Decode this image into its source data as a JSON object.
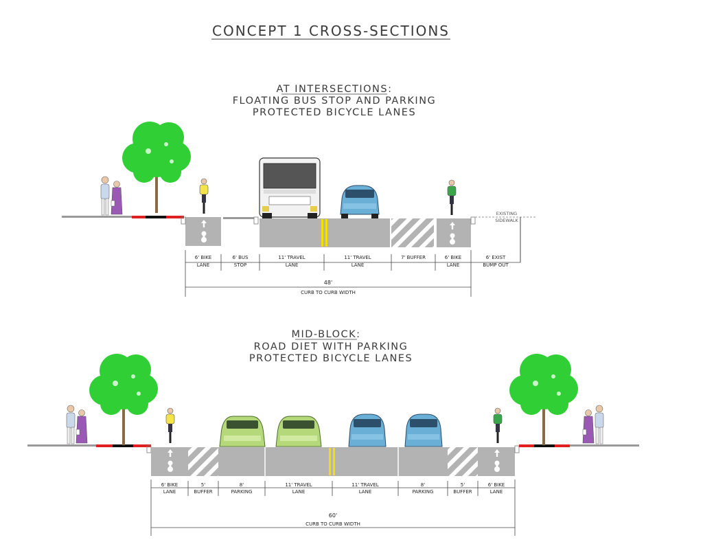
{
  "title": "CONCEPT 1 CROSS-SECTIONS",
  "section1": {
    "heading": "AT INTERSECTIONS:",
    "line1": "FLOATING BUS STOP AND PARKING",
    "line2": "PROTECTED BICYCLE LANES",
    "existing_sidewalk": [
      "EXISTING",
      "SIDEWALK"
    ],
    "lanes": [
      {
        "width": "6' BIKE",
        "type": "LANE"
      },
      {
        "width": "6' BUS",
        "type": "STOP"
      },
      {
        "width": "11' TRAVEL",
        "type": "LANE"
      },
      {
        "width": "11' TRAVEL",
        "type": "LANE"
      },
      {
        "width": "7' BUFFER",
        "type": ""
      },
      {
        "width": "6' BIKE",
        "type": "LANE"
      },
      {
        "width": "6' EXIST",
        "type": "BUMP OUT"
      }
    ],
    "total_width": "48'",
    "total_label": "CURB TO CURB WIDTH"
  },
  "section2": {
    "heading": "MID-BLOCK:",
    "line1": "ROAD DIET WITH PARKING",
    "line2": "PROTECTED BICYCLE LANES",
    "lanes": [
      {
        "width": "6' BIKE",
        "type": "LANE"
      },
      {
        "width": "5'",
        "type": "BUFFER"
      },
      {
        "width": "8'",
        "type": "PARKING"
      },
      {
        "width": "11' TRAVEL",
        "type": "LANE"
      },
      {
        "width": "11' TRAVEL",
        "type": "LANE"
      },
      {
        "width": "8'",
        "type": "PARKING"
      },
      {
        "width": "5'",
        "type": "BUFFER"
      },
      {
        "width": "6' BIKE",
        "type": "LANE"
      }
    ],
    "total_width": "60'",
    "total_label": "CURB TO CURB WIDTH"
  },
  "colors": {
    "road": "#b3b3b3",
    "centerline": "#f2e000",
    "tree": "#2fcf35",
    "car_green": "#b5d97a",
    "car_blue": "#6aafd6",
    "cyclist_yellow": "#f2e44a",
    "cyclist_green": "#3aa64b",
    "curb_red": "#e02020"
  },
  "icons": [
    "tree-icon",
    "pedestrian-icon",
    "cyclist-icon",
    "bus-icon",
    "car-icon",
    "bike-lane-symbol-icon"
  ]
}
